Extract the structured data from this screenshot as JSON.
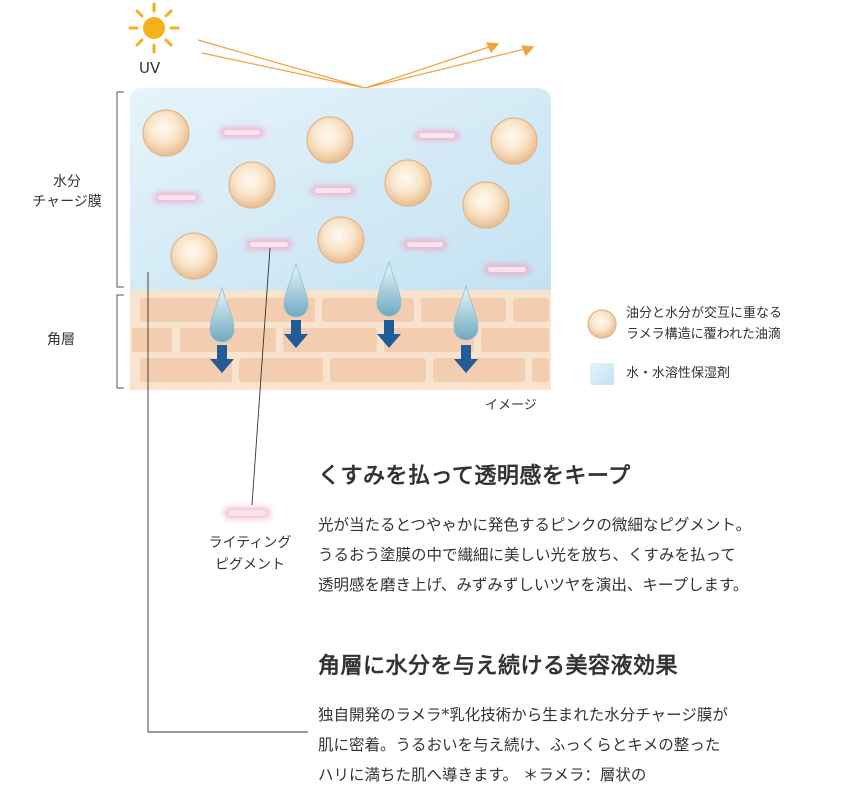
{
  "diagram": {
    "uv_label": "UV",
    "layer_labels": {
      "moisture_film_line1": "水分",
      "moisture_film_line2": "チャージ膜",
      "stratum_corneum": "角層"
    },
    "legend": [
      {
        "icon": "oil-droplet-icon",
        "line1": "油分と水分が交互に重なる",
        "line2": "ラメラ構造に覆われた油滴"
      },
      {
        "icon": "water-swatch-icon",
        "line1": "水・水溶性保湿剤"
      }
    ],
    "image_note": "イメージ",
    "pigment_label_line1": "ライティング",
    "pigment_label_line2": "ピグメント",
    "colors": {
      "film": "#c7e5f4",
      "skin": "#f6dcc4",
      "cell": "#efc4a4",
      "pigment": "#f6a9c6",
      "arrow": "#1f5c98",
      "uv": "#f3a13a",
      "sun": "#f3b21a"
    }
  },
  "sections": [
    {
      "heading": "くすみを払って透明感をキープ",
      "lines": [
        "光が当たるとつやゃかに発色するピンクの微細なピグメント。",
        "うるおう塗膜の中で繊細に美しい光を放ち、くすみを払って",
        "透明感を磨き上げ、みずみずしいツヤを演出、キープします。"
      ]
    },
    {
      "heading": "角層に水分を与え続ける美容液効果",
      "lines": [
        "独自開発のラメラ*乳化技術から生まれた水分チャージ膜が",
        "肌に密着。うるおいを与え続け、ふっくらとキメの整った",
        "ハリに満ちた肌へ導きます。 ＊ラメラ：層状の"
      ]
    }
  ]
}
